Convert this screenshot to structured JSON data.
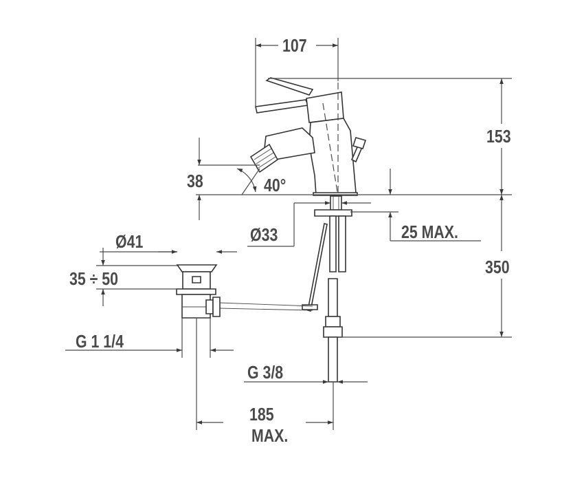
{
  "dimensions": {
    "spout_reach": "107",
    "total_height": "153",
    "nozzle_height": "38",
    "nozzle_angle": "40°",
    "hole_diameter": "Ø33",
    "deck_thickness": "25 MAX.",
    "hose_length": "350",
    "waste_diameter": "Ø41",
    "waste_range": "35 ÷ 50",
    "waste_thread": "G 1 1/4",
    "supply_thread": "G 3/8",
    "rod_length_value": "185",
    "rod_length_suffix": "MAX."
  }
}
